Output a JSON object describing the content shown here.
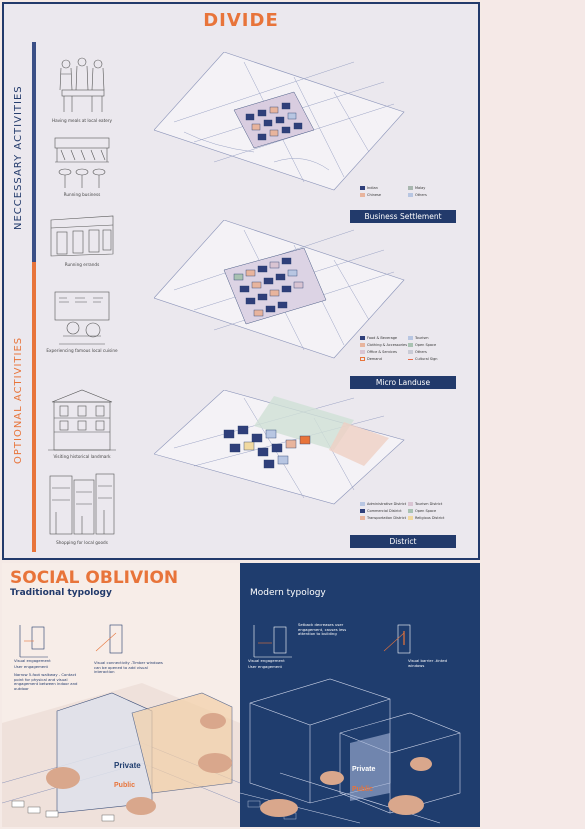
{
  "divide": {
    "title": "DIVIDE",
    "necessary_label": "NECCESSARY ACTIVITIES",
    "optional_label": "OPTIONAL ACTIVITIES",
    "activities": [
      {
        "caption": "Having meals at local eatery"
      },
      {
        "caption": "Running business"
      },
      {
        "caption": "Running errands"
      },
      {
        "caption": "Experiencing famous local cuisine"
      },
      {
        "caption": "Visiting historical landmark"
      },
      {
        "caption": "Shopping for local goods"
      }
    ],
    "maps": [
      {
        "label": "Business Settlement",
        "legend": [
          {
            "text": "Indian",
            "color": "#2f3f7a"
          },
          {
            "text": "Malay",
            "color": "#a9b7b0"
          },
          {
            "text": "Chinese",
            "color": "#e8b49d"
          },
          {
            "text": "Others",
            "color": "#b8c6e2"
          }
        ]
      },
      {
        "label": "Micro Landuse",
        "legend": [
          {
            "text": "Food & Beverage",
            "color": "#2f3f7a"
          },
          {
            "text": "Tourism",
            "color": "#b8c6e2"
          },
          {
            "text": "Clothing & Accessories",
            "color": "#e8b49d"
          },
          {
            "text": "Open Space",
            "color": "#a9c2b2"
          },
          {
            "text": "Office & Services",
            "color": "#d9c4d2"
          },
          {
            "text": "Others",
            "color": "#c9cbd6"
          },
          {
            "text": "Demand",
            "color": "#e8743a"
          },
          {
            "text": "Cultural Sign",
            "color": "#e86a4a"
          }
        ]
      },
      {
        "label": "District",
        "legend": [
          {
            "text": "Administrative District",
            "color": "#b8c6e2"
          },
          {
            "text": "Tourism District",
            "color": "#d9c4d2"
          },
          {
            "text": "Commercial District",
            "color": "#2f3f7a"
          },
          {
            "text": "Open Space",
            "color": "#a9c2b2"
          },
          {
            "text": "Transportation District",
            "color": "#e8b49d"
          },
          {
            "text": "Religious District",
            "color": "#f1d9a0"
          }
        ]
      }
    ]
  },
  "oblivion": {
    "title": "SOCIAL OBLIVION",
    "traditional": {
      "subtitle": "Traditional typology",
      "note1": "Narrow 5-foot walkway - Contact point for physical and visual engagement between indoor and outdoor",
      "note2": "Visual connectivity -Timber windows can be opened to add visual interaction",
      "legend_visual": "Visual engagement",
      "legend_user": "User engagement",
      "label_private": "Private",
      "label_public": "Public"
    },
    "modern": {
      "subtitle": "Modern typology",
      "note1": "Setback decreases user engagement, causes less attention to building",
      "note2": "Visual barrier -tinted windows",
      "legend_visual": "Visual engagement",
      "legend_user": "User engagement",
      "label_private": "Private",
      "label_public": "Public"
    }
  },
  "colors": {
    "accent": "#e8743a",
    "navy": "#223a6b",
    "panel": "#ebe8ee"
  }
}
